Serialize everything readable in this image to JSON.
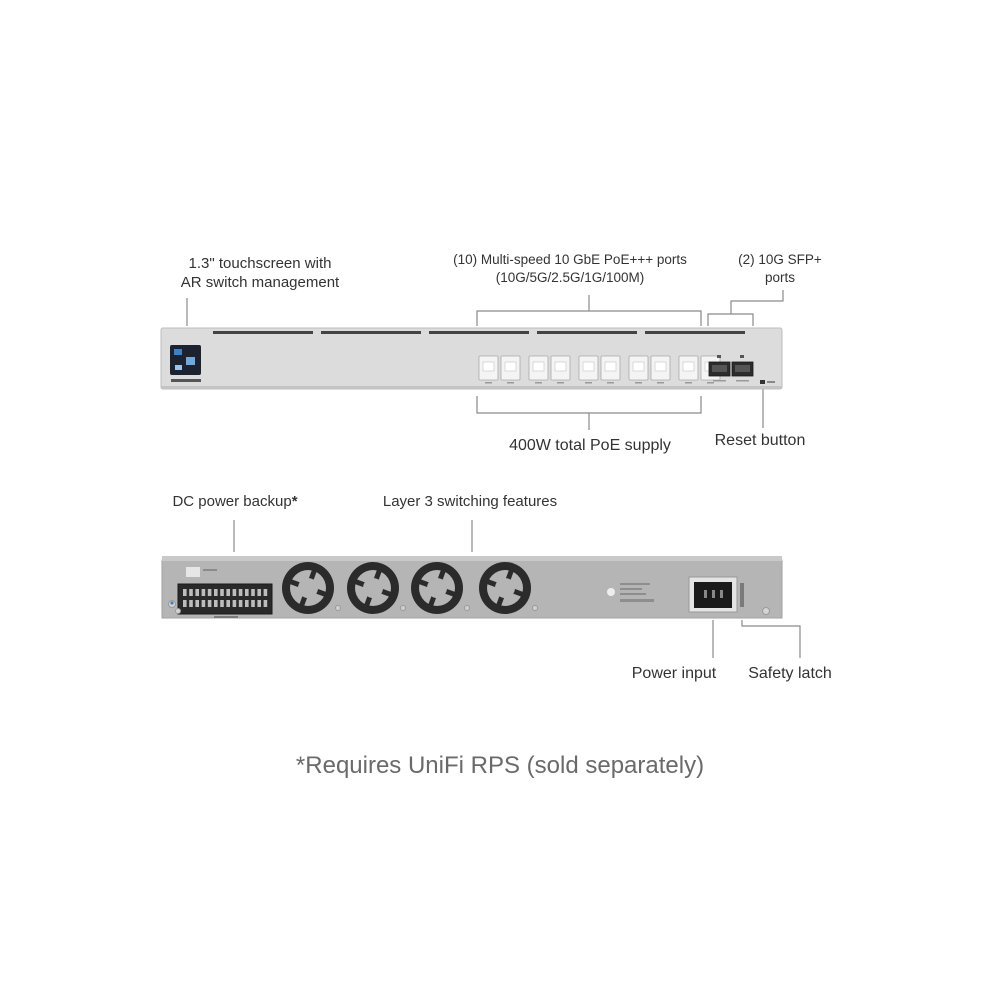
{
  "callouts": {
    "touchscreen": [
      "1.3\" touchscreen with",
      "AR switch management"
    ],
    "poe_ports": [
      "(10) Multi-speed 10 GbE PoE+++ ports",
      "(10G/5G/2.5G/1G/100M)"
    ],
    "sfp_ports": [
      "(2) 10G SFP+",
      "ports"
    ],
    "poe_supply": "400W total PoE supply",
    "reset_button": "Reset button",
    "dc_power_backup": "DC power backup",
    "dc_power_asterisk": "*",
    "layer3": "Layer 3 switching features",
    "power_input": "Power input",
    "safety_latch": "Safety latch"
  },
  "footnote": "*Requires UniFi RPS (sold separately)",
  "colors": {
    "chassis": "#d9d9d9",
    "chassis_edge": "#b8b8b8",
    "rear_panel": "#b5b5b5",
    "fan": "#2b2b2b",
    "leader_line": "#8a8a8a",
    "screen": "#1c2230"
  },
  "front_panel": {
    "rj45_port_count": 10,
    "sfp_port_count": 2
  },
  "rear_panel": {
    "fan_count": 4
  }
}
